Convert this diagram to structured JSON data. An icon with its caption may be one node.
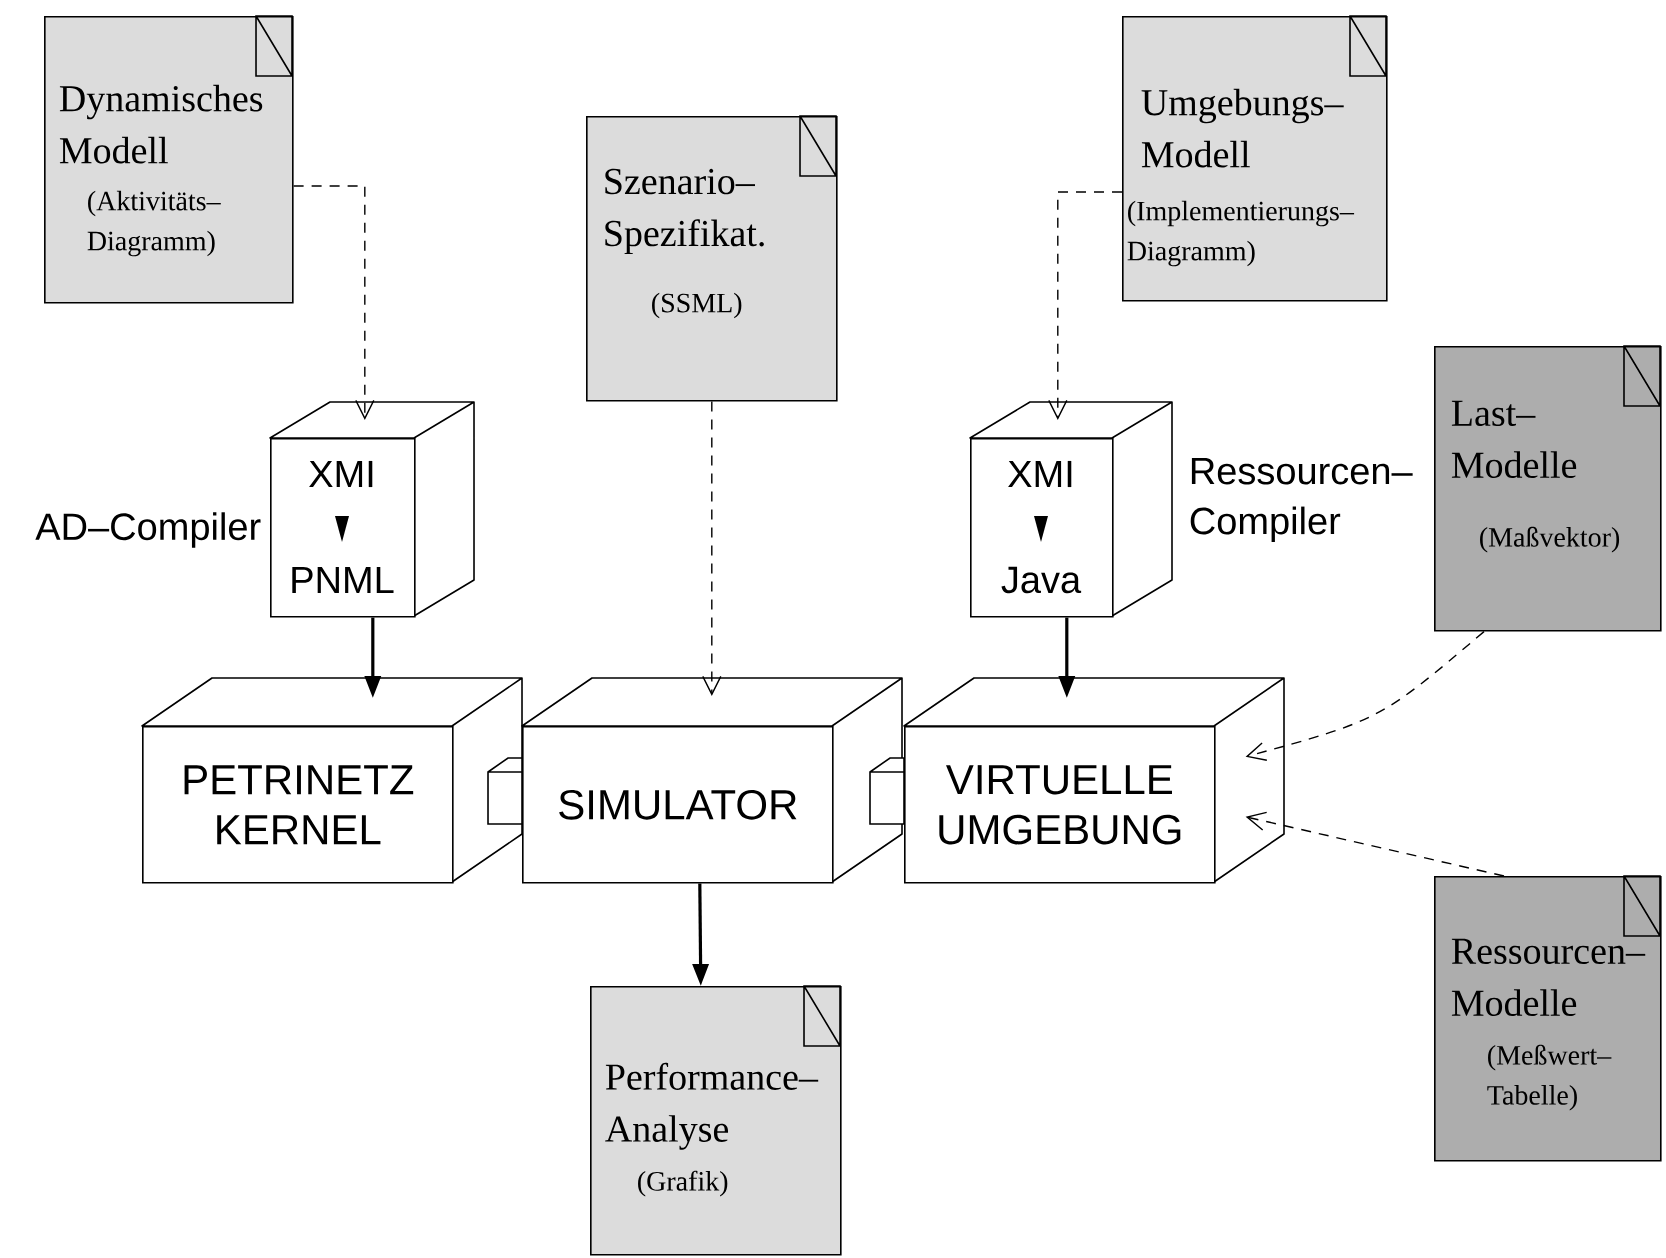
{
  "diagram": {
    "nodes": [
      {
        "text": [
          "Dynamisches Modell",
          "(Aktivitäts– Diagramm)"
        ]
      },
      {
        "text": [
          "Szenario– Spezifikat.",
          "(SSML)"
        ]
      },
      {
        "text": [
          "Umgebungs– Modell",
          "(Implementierungs– Diagramm)"
        ]
      },
      {
        "text": [
          "XMI",
          "PNML"
        ],
        "beside": [
          "AD–Compiler"
        ]
      },
      {
        "text": [
          "XMI",
          "Java"
        ],
        "beside": [
          "Ressourcen– Compiler"
        ]
      },
      {
        "text": [
          "Last– Modelle",
          "(Maßvektor)"
        ]
      },
      {
        "text": [
          "PETRINETZ KERNEL"
        ]
      },
      {
        "text": [
          "SIMULATOR"
        ]
      },
      {
        "text": [
          "VIRTUELLE UMGEBUNG"
        ]
      },
      {
        "text": [
          "Performance– Analyse",
          "(Grafik)"
        ]
      },
      {
        "text": [
          "Ressourcen– Modelle",
          "(Meßwert– Tabelle)"
        ]
      }
    ],
    "edges": [
      {
        "from": 0,
        "to": 3,
        "arrow": "to",
        "style": "dashed"
      },
      {
        "from": 1,
        "to": 7,
        "arrow": "to",
        "style": "dashed"
      },
      {
        "from": 2,
        "to": 4,
        "arrow": "to",
        "style": "dashed"
      },
      {
        "from": 3,
        "to": 6,
        "arrow": "to"
      },
      {
        "from": 4,
        "to": 8,
        "arrow": "to"
      },
      {
        "from": 7,
        "to": 9,
        "arrow": "to"
      },
      {
        "from": 5,
        "to": 8,
        "arrow": "to",
        "style": "dashed"
      },
      {
        "from": 10,
        "to": 8,
        "arrow": "to",
        "style": "dashed"
      }
    ]
  }
}
